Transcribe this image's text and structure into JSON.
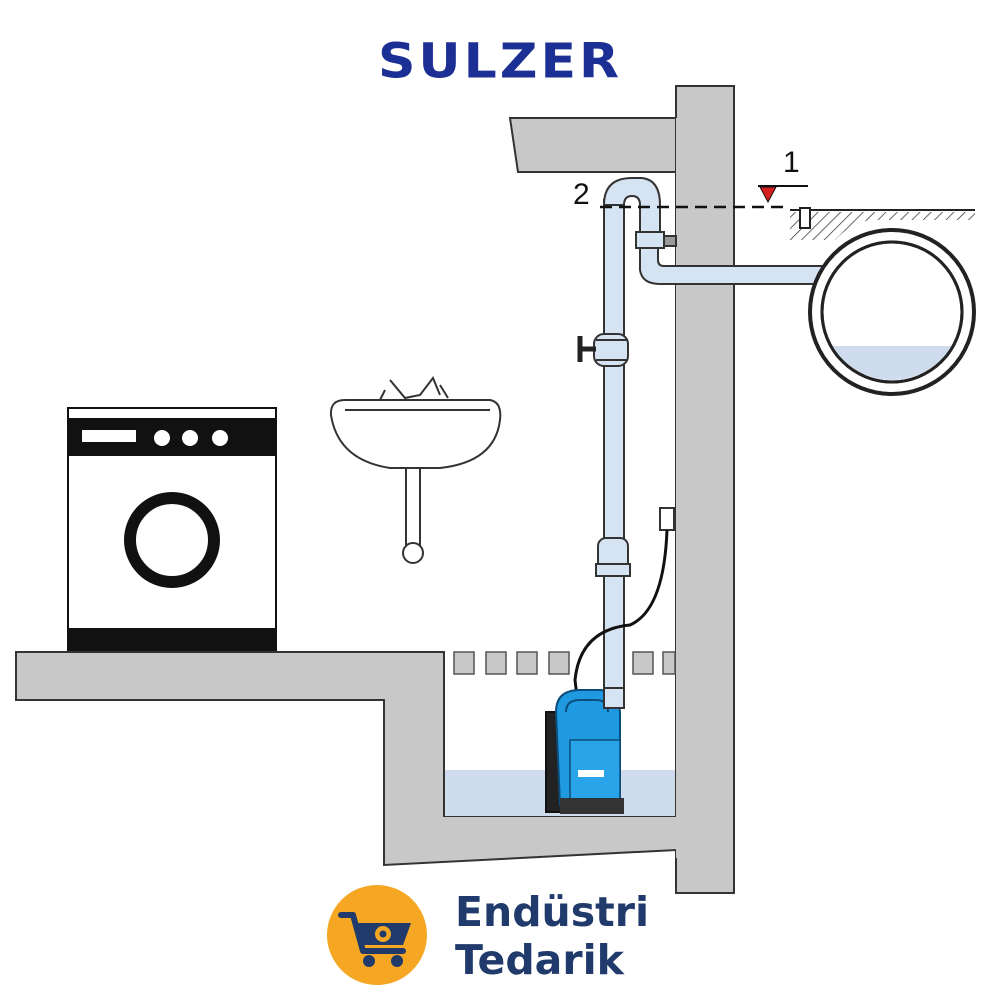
{
  "brand": {
    "name": "SULZER",
    "color": "#1c2f94"
  },
  "levels": {
    "label_1": "1",
    "label_2": "2"
  },
  "footer": {
    "line1": "Endüstri",
    "line2": "Tedarik",
    "text_color": "#1f3a6b",
    "badge_color": "#f5a623"
  },
  "colors": {
    "wall": "#c8c8c8",
    "pipe": "#d6e3f3",
    "water": "#cfdcee",
    "pump": "#1f9ae0",
    "marker": "#d62020"
  },
  "icons": [
    "washing-machine-icon",
    "sink-icon",
    "pump-icon",
    "shopping-cart-gear-icon"
  ]
}
